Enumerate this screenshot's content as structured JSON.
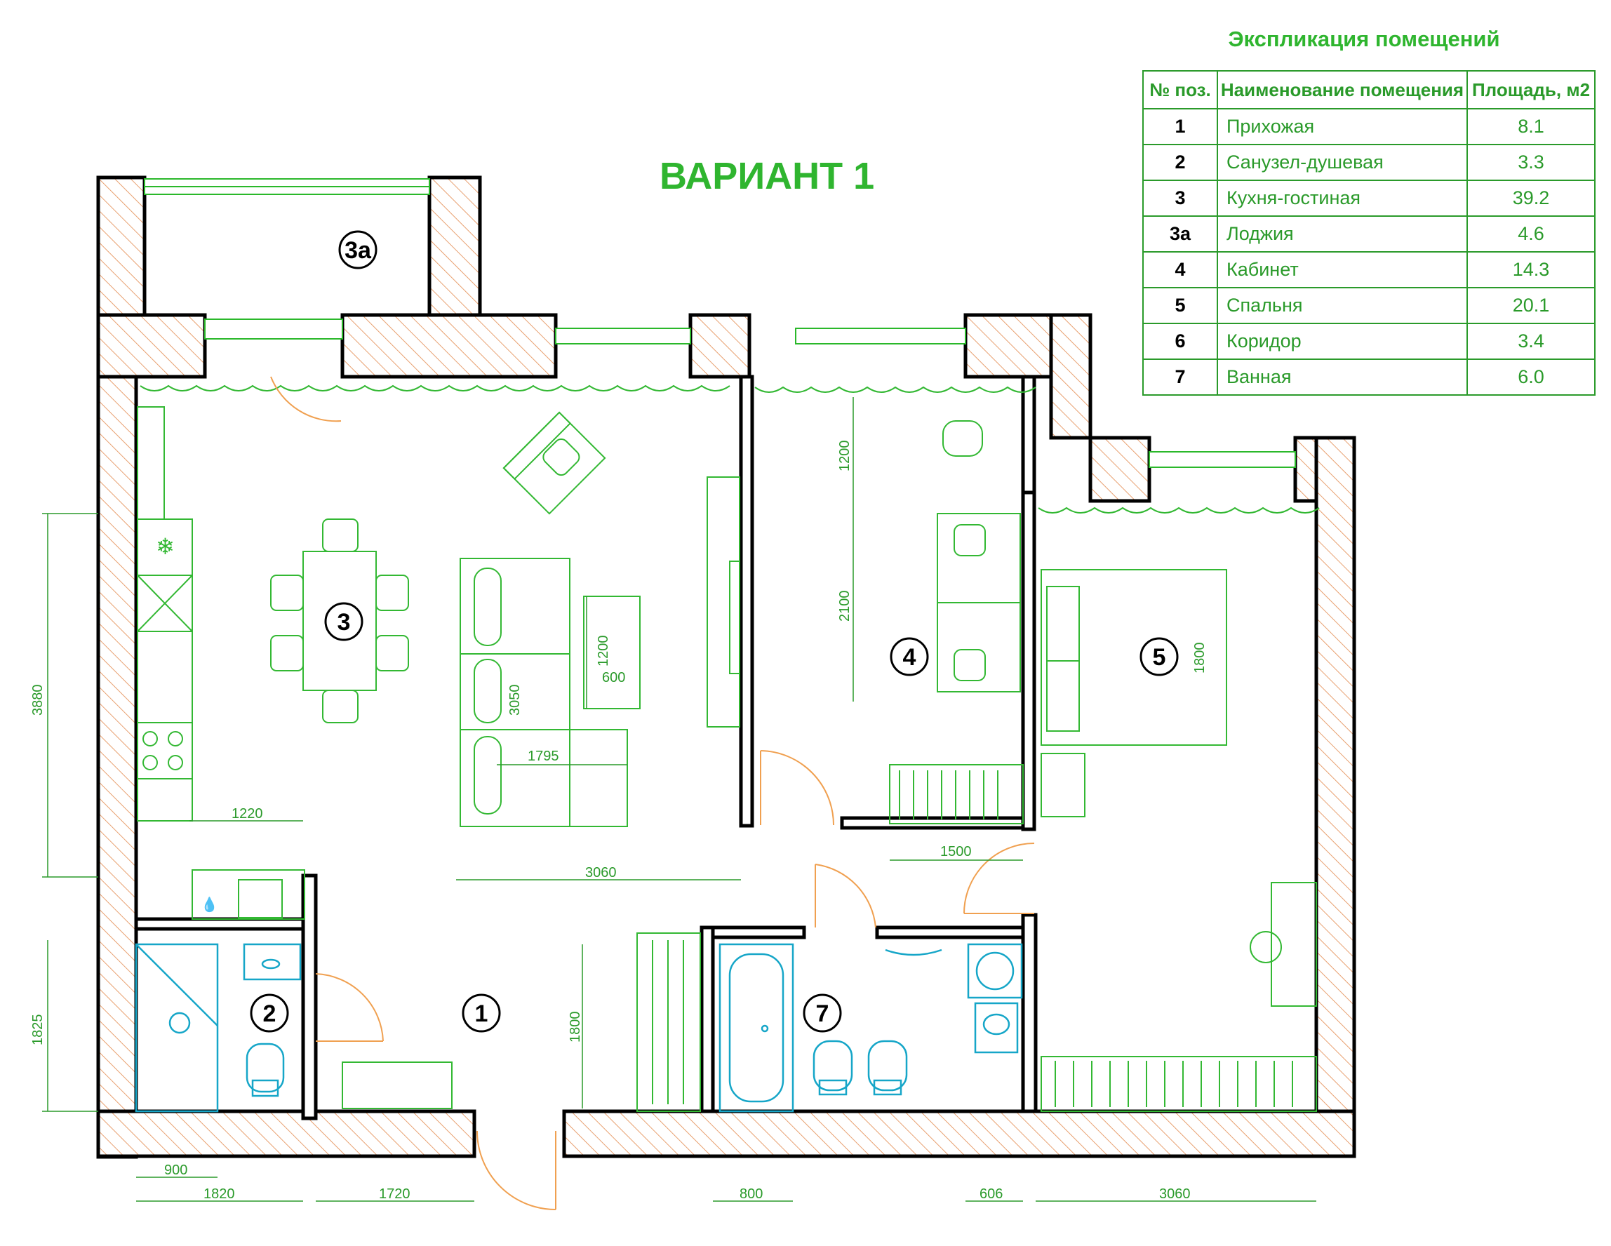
{
  "variant_title": "ВАРИАНТ 1",
  "explication": {
    "title": "Экспликация помещений",
    "headers": [
      "№ поз.",
      "Наименование помещения",
      "Площадь, м2"
    ],
    "rows": [
      {
        "num": "1",
        "name": "Прихожая",
        "area": "8.1"
      },
      {
        "num": "2",
        "name": "Санузел-душевая",
        "area": "3.3"
      },
      {
        "num": "3",
        "name": "Кухня-гостиная",
        "area": "39.2"
      },
      {
        "num": "3а",
        "name": "Лоджия",
        "area": "4.6"
      },
      {
        "num": "4",
        "name": "Кабинет",
        "area": "14.3"
      },
      {
        "num": "5",
        "name": "Спальня",
        "area": "20.1"
      },
      {
        "num": "6",
        "name": "Коридор",
        "area": "3.4"
      },
      {
        "num": "7",
        "name": "Ванная",
        "area": "6.0"
      }
    ]
  },
  "room_markers": [
    "3а",
    "3",
    "4",
    "5",
    "2",
    "1",
    "7"
  ],
  "dimensions": {
    "d3880": "3880",
    "d1825": "1825",
    "d1200a": "1200",
    "d600": "600",
    "d3050": "3050",
    "d1795": "1795",
    "d1220": "1220",
    "d3060a": "3060",
    "d1200b": "1200",
    "d2100": "2100",
    "d1800a": "1800",
    "d1500": "1500",
    "d1800b": "1800",
    "d900": "900",
    "d1820": "1820",
    "d1720": "1720",
    "d800": "800",
    "d606": "606",
    "d3060b": "3060"
  },
  "colors": {
    "walls_outline": "#000000",
    "hatch": "#e8a070",
    "furniture": "#33b833",
    "plumbing": "#16a6c8",
    "doors": "#f0a050",
    "titles": "#2fb52f"
  },
  "icons": [
    "snowflake-icon",
    "water-drops-icon"
  ]
}
